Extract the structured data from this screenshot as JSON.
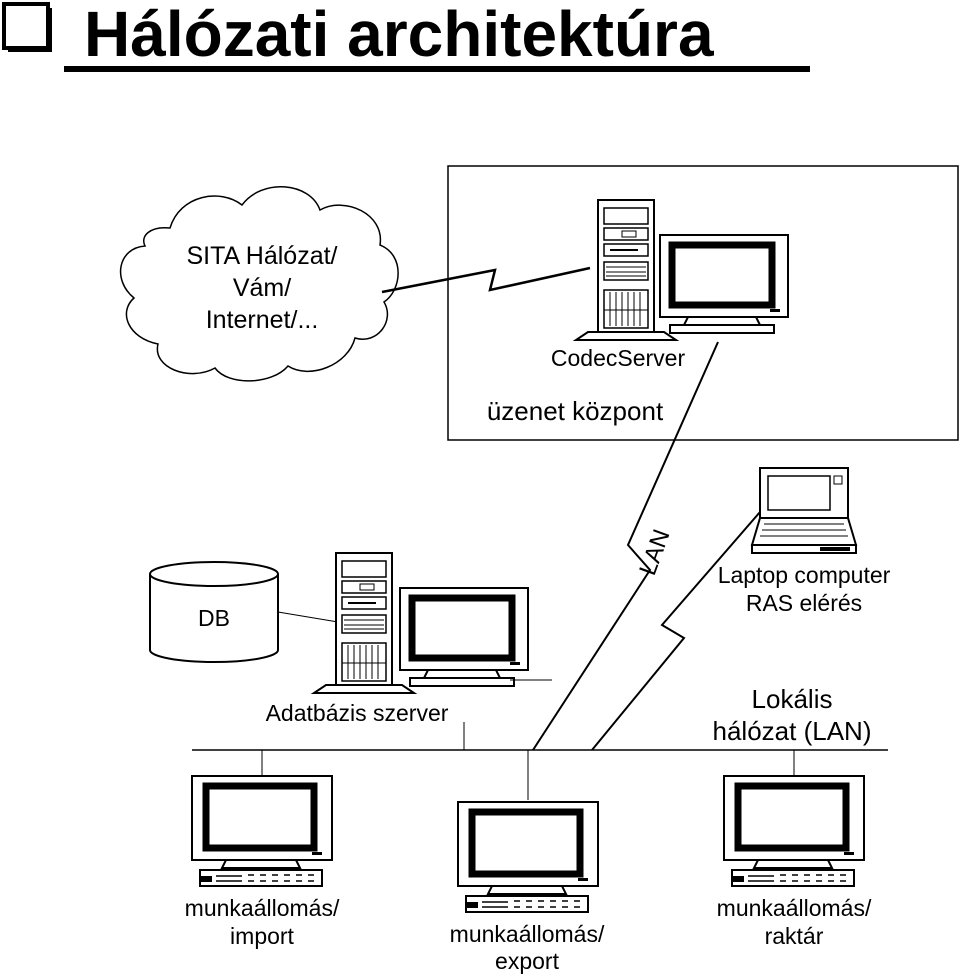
{
  "title": "Hálózati architektúra",
  "cloud_lines": [
    "SITA Hálózat/",
    "Vám/",
    "Internet/..."
  ],
  "codec_server_label": "CodecServer",
  "message_center_label": "üzenet központ",
  "lan_link_label": "LAN",
  "db_label": "DB",
  "db_server_label": "Adatbázis szerver",
  "laptop_lines": [
    "Laptop computer",
    "RAS elérés"
  ],
  "lan_lines": [
    "Lokális",
    "hálózat (LAN)"
  ],
  "ws_import_lines": [
    "munkaállomás/",
    "import"
  ],
  "ws_export_lines": [
    "munkaállomás/",
    "export"
  ],
  "ws_storage_lines": [
    "munkaállomás/",
    "raktár"
  ]
}
